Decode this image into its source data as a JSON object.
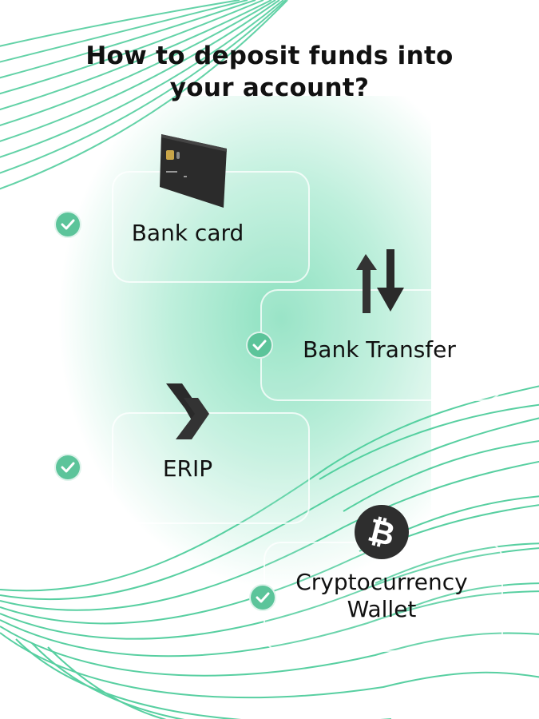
{
  "title": {
    "line1": "How to deposit funds into",
    "line2": "your account?"
  },
  "methods": [
    {
      "label": "Bank card",
      "icon": "credit-card-icon",
      "checked": true
    },
    {
      "label": "Bank Transfer",
      "icon": "transfer-arrows-icon",
      "checked": true
    },
    {
      "label": "ERIP",
      "icon": "double-chevron-icon",
      "checked": true
    },
    {
      "label_line1": "Cryptocurrency",
      "label_line2": "Wallet",
      "icon": "bitcoin-icon",
      "checked": true
    }
  ],
  "colors": {
    "accent": "#2fc48a",
    "check": "#5cc49a",
    "text": "#111111",
    "icon_dark": "#2b2b2b"
  }
}
